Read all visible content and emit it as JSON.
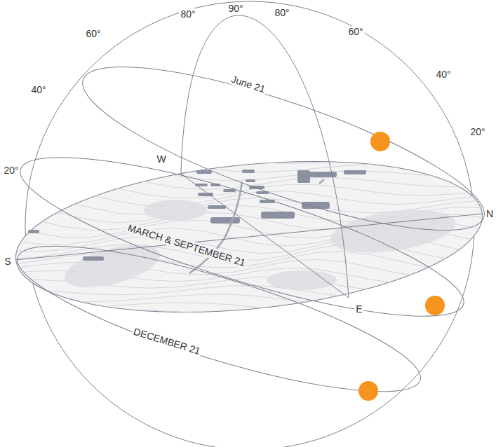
{
  "diagram": {
    "labels": [
      "80°",
      "90°",
      "80°",
      "60°",
      "60°",
      "40°",
      "40°",
      "20°",
      "20°",
      "W",
      "N",
      "S",
      "E",
      "June 21",
      "MARCH & SEPTEMBER 21",
      "DECEMBER 21"
    ]
  }
}
